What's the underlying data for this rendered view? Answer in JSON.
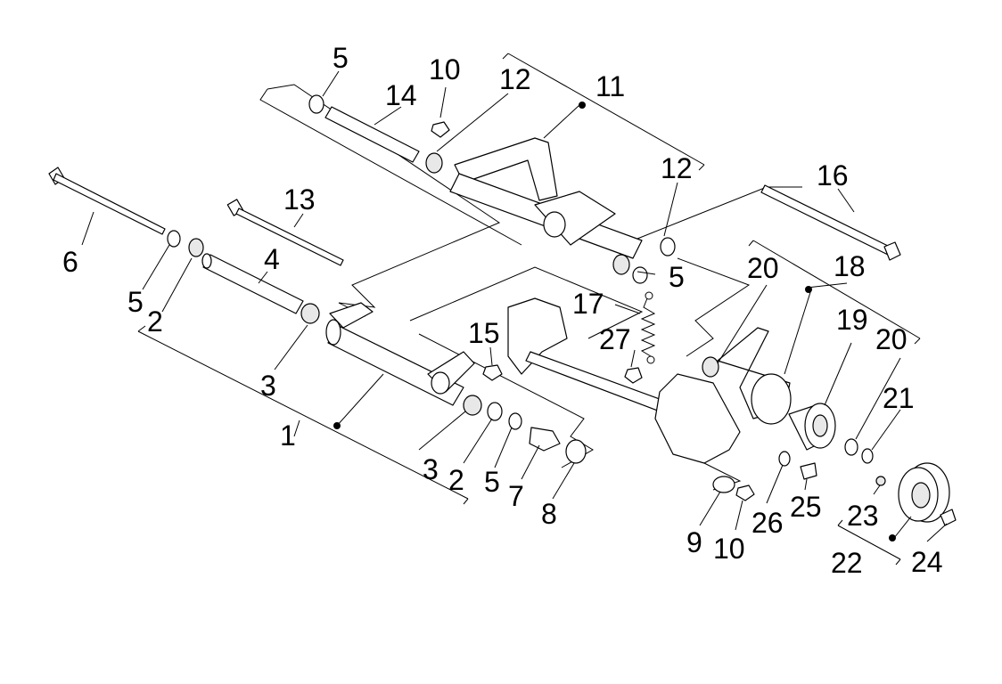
{
  "callouts": {
    "c1": "1",
    "c2a": "2",
    "c2b": "2",
    "c3a": "3",
    "c3b": "3",
    "c4": "4",
    "c5a": "5",
    "c5b": "5",
    "c5c": "5",
    "c5d": "5",
    "c6": "6",
    "c7": "7",
    "c8": "8",
    "c9": "9",
    "c10a": "10",
    "c10b": "10",
    "c11": "11",
    "c12a": "12",
    "c12b": "12",
    "c13": "13",
    "c14": "14",
    "c15": "15",
    "c16": "16",
    "c17": "17",
    "c18": "18",
    "c19": "19",
    "c20a": "20",
    "c20b": "20",
    "c21": "21",
    "c22": "22",
    "c23": "23",
    "c24": "24",
    "c25": "25",
    "c26": "26",
    "c27": "27"
  }
}
